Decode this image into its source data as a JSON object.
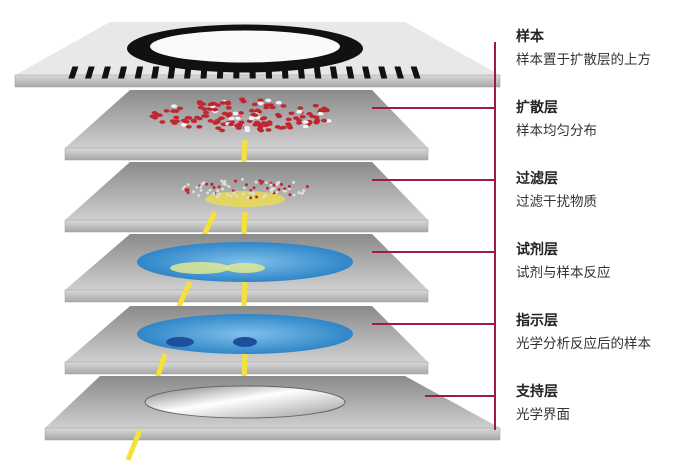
{
  "layers": [
    {
      "title": "样本",
      "desc": "样本置于扩散层的上方"
    },
    {
      "title": "扩散层",
      "desc": "样本均匀分布"
    },
    {
      "title": "过滤层",
      "desc": "过滤干扰物质"
    },
    {
      "title": "试剂层",
      "desc": "试剂与样本反应"
    },
    {
      "title": "指示层",
      "desc": "光学分析反应后的样本"
    },
    {
      "title": "支持层",
      "desc": "光学界面"
    }
  ],
  "colors": {
    "leader": "#9b1b4a",
    "plate": "#b9b9b9",
    "beam": "#f2e23a",
    "reagent": "#3d8fd0",
    "cells": "#c0262f"
  }
}
